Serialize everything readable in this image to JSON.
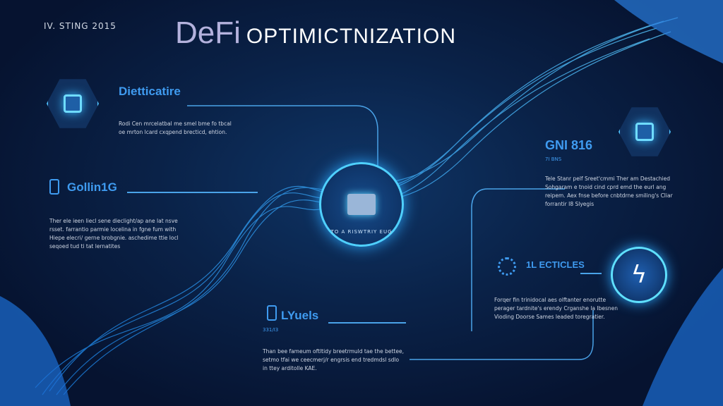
{
  "header": {
    "top_label": "IV. STING 2015",
    "title_main": "DeFi",
    "title_sub": "OPTIMICTNIZATION"
  },
  "sections": [
    {
      "title": "Dietticatire",
      "text": "Rodi Cen mrcelatbal me smel bme fo tbcal oe mrton lcard cxqpend brecticd, ehtion."
    },
    {
      "title": "Gollin1G",
      "subtitle": "",
      "text": "Ther ele ieen liecl sene dieclight/ap ane lat nsve rsset. farrantio parmie locelina in fgne fum with Hiepe elecri/ gerne brobgnie. aschedime ttie locl seqoed tud ti tat lernatites"
    },
    {
      "title": "GNI 816",
      "subtitle": "7I BNS",
      "text": "Tele Stanr pelf Sreet'cmmi Ther am Destachied Sohgaram e tnoid cind cprd emd the eurl ang reipem. Aex fnse before cnbtdrne smiling's Cliar forrantir I8 Slyegis"
    },
    {
      "title": "1L ECTICLES",
      "text": "Forqer fin trinidocal aes olftanter enorutte perager tardnite's erendy Crganshe la Ibesnen Vioding Doorse Sames leaded toregratier."
    },
    {
      "title": "LYuels",
      "subtitle": "331/I3",
      "text": "Than bee fameum oftltidy breetrmuld tae the bettee, setmo tfai we ceecmerj/r engrsis end tredmdsl sdlo in ttey arditolle KAE."
    }
  ],
  "center": {
    "ring_text": "TO A RISWTRIY EUG"
  },
  "colors": {
    "accent": "#3f9bf0",
    "bg": "#071631",
    "glow": "#4fc3ff"
  }
}
